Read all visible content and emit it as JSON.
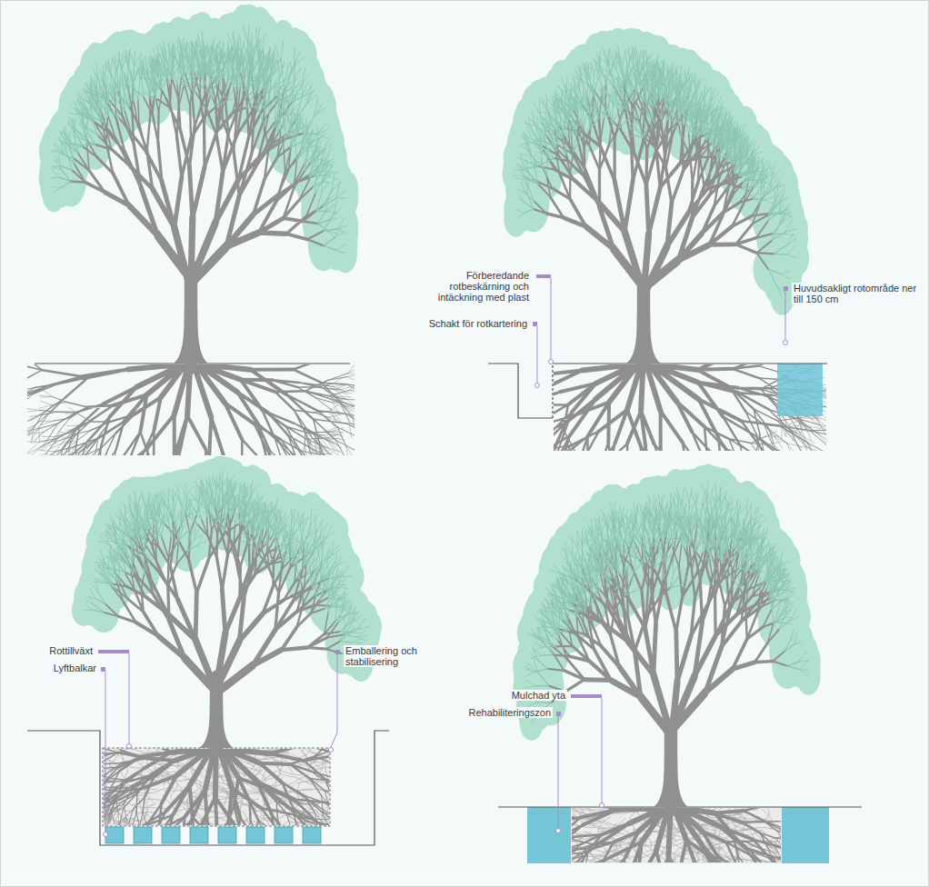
{
  "diagram": {
    "labels": [
      "Förberedande rotbeskärning och intäckning med plast",
      "Schakt för rotkartering",
      "Huvudsakligt rotområde ner till 150 cm",
      "Rottillväxt",
      "Lyftbalkar",
      "Emballering och stabilisering",
      "Mulchad yta",
      "Rehabiliteringszon"
    ]
  }
}
